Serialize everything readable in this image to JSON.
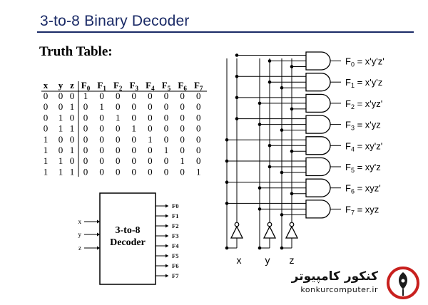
{
  "slide": {
    "title": "3-to-8  Binary Decoder",
    "truth_table_label": "Truth Table:"
  },
  "truth_table": {
    "input_headers": [
      "x",
      "y",
      "z"
    ],
    "output_headers": [
      {
        "base": "F",
        "sub": "0"
      },
      {
        "base": "F",
        "sub": "1"
      },
      {
        "base": "F",
        "sub": "2"
      },
      {
        "base": "F",
        "sub": "3"
      },
      {
        "base": "F",
        "sub": "4"
      },
      {
        "base": "F",
        "sub": "5"
      },
      {
        "base": "F",
        "sub": "6"
      },
      {
        "base": "F",
        "sub": "7"
      }
    ],
    "rows": [
      {
        "inputs": [
          "0",
          "0",
          "0"
        ],
        "outputs": [
          "1",
          "0",
          "0",
          "0",
          "0",
          "0",
          "0",
          "0"
        ]
      },
      {
        "inputs": [
          "0",
          "0",
          "1"
        ],
        "outputs": [
          "0",
          "1",
          "0",
          "0",
          "0",
          "0",
          "0",
          "0"
        ]
      },
      {
        "inputs": [
          "0",
          "1",
          "0"
        ],
        "outputs": [
          "0",
          "0",
          "1",
          "0",
          "0",
          "0",
          "0",
          "0"
        ]
      },
      {
        "inputs": [
          "0",
          "1",
          "1"
        ],
        "outputs": [
          "0",
          "0",
          "0",
          "1",
          "0",
          "0",
          "0",
          "0"
        ]
      },
      {
        "inputs": [
          "1",
          "0",
          "0"
        ],
        "outputs": [
          "0",
          "0",
          "0",
          "0",
          "1",
          "0",
          "0",
          "0"
        ]
      },
      {
        "inputs": [
          "1",
          "0",
          "1"
        ],
        "outputs": [
          "0",
          "0",
          "0",
          "0",
          "0",
          "1",
          "0",
          "0"
        ]
      },
      {
        "inputs": [
          "1",
          "1",
          "0"
        ],
        "outputs": [
          "0",
          "0",
          "0",
          "0",
          "0",
          "0",
          "1",
          "0"
        ]
      },
      {
        "inputs": [
          "1",
          "1",
          "1"
        ],
        "outputs": [
          "0",
          "0",
          "0",
          "0",
          "0",
          "0",
          "0",
          "1"
        ]
      }
    ]
  },
  "block": {
    "label_line1": "3-to-8",
    "label_line2": "Decoder",
    "inputs": [
      "x",
      "y",
      "z"
    ],
    "outputs": [
      "F0",
      "F1",
      "F2",
      "F3",
      "F4",
      "F5",
      "F6",
      "F7"
    ]
  },
  "circuit": {
    "outputs": [
      {
        "base": "F",
        "sub": "0",
        "expr": "= x'y'z'"
      },
      {
        "base": "F",
        "sub": "1",
        "expr": "= x'y'z"
      },
      {
        "base": "F",
        "sub": "2",
        "expr": "= x'yz'"
      },
      {
        "base": "F",
        "sub": "3",
        "expr": "= x'yz"
      },
      {
        "base": "F",
        "sub": "4",
        "expr": "= xy'z'"
      },
      {
        "base": "F",
        "sub": "5",
        "expr": "= xy'z"
      },
      {
        "base": "F",
        "sub": "6",
        "expr": "= xyz'"
      },
      {
        "base": "F",
        "sub": "7",
        "expr": "= xyz"
      }
    ],
    "input_labels": [
      "x",
      "y",
      "z"
    ]
  },
  "branding": {
    "name_fa": "کنکور کامپیوتر",
    "url": "konkurcomputer.ir"
  },
  "colors": {
    "title": "#1a2a66",
    "logo_red": "#c8201e",
    "logo_dark": "#1b1b1b"
  }
}
